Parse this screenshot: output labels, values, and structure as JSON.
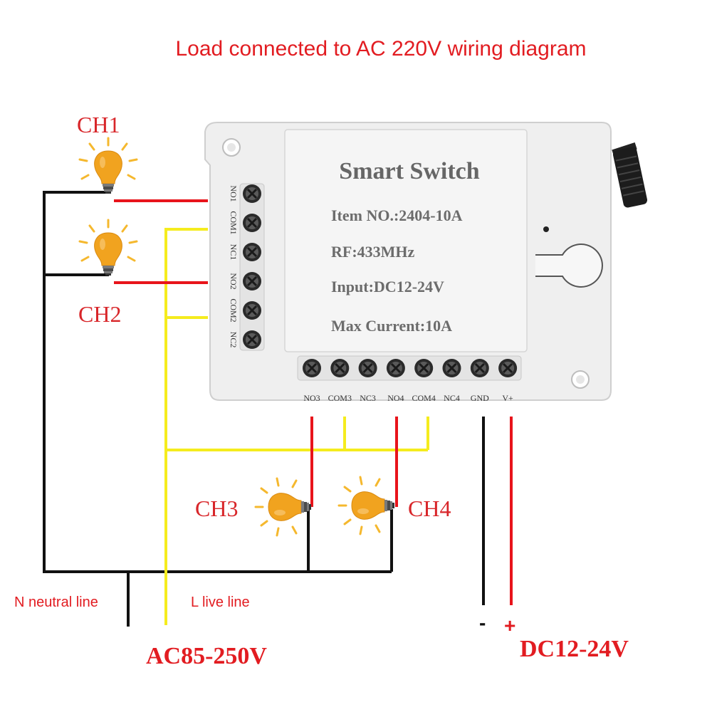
{
  "title": "Load connected to AC 220V wiring diagram",
  "channels": {
    "ch1": "CH1",
    "ch2": "CH2",
    "ch3": "CH3",
    "ch4": "CH4"
  },
  "board": {
    "name": "Smart Switch",
    "item_no": "Item NO.:2404-10A",
    "rf": "RF:433MHz",
    "input": "Input:DC12-24V",
    "max_current": "Max Current:10A",
    "left_pins": [
      "NO1",
      "COM1",
      "NC1",
      "NO2",
      "COM2",
      "NC2"
    ],
    "bottom_pins": [
      "NO3",
      "COM3",
      "NC3",
      "NO4",
      "COM4",
      "NC4",
      "GND",
      "V+"
    ]
  },
  "labels": {
    "neutral": "N neutral line",
    "live": "L live line",
    "ac_voltage": "AC85-250V",
    "dc_voltage": "DC12-24V",
    "minus": "-",
    "plus": "+"
  },
  "colors": {
    "live_wire": "#f5ec1e",
    "load_wire": "#e8141b",
    "neutral_wire": "#111111",
    "bulb": "#f1a31f",
    "ray": "#f5b82e",
    "label_red": "#e21c21"
  }
}
